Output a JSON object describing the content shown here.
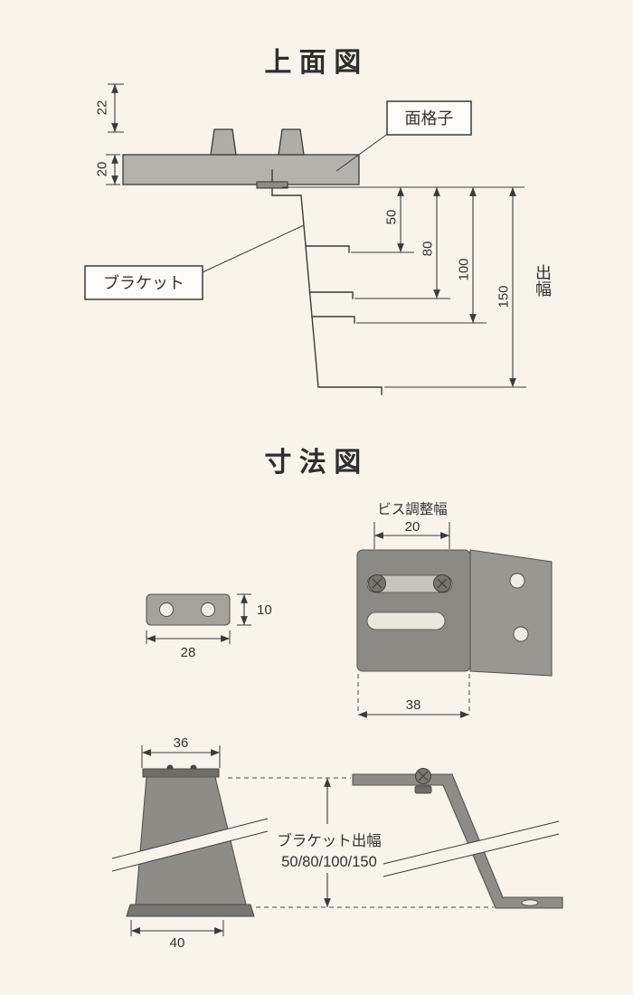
{
  "colors": {
    "background": "#f8f4ec",
    "line": "#3a3a37",
    "metal": "#8e8c86",
    "metal_dark": "#6f6d68",
    "grille_bar": "#b5b2ac",
    "label_box_bg": "#fdfcf8"
  },
  "top_view": {
    "title": "上面図",
    "grille_label": "面格子",
    "bracket_label": "ブラケット",
    "projection_label": "出幅",
    "dim_22": "22",
    "dim_20": "20",
    "dim_50": "50",
    "dim_80": "80",
    "dim_100": "100",
    "dim_150": "150"
  },
  "dimension_view": {
    "title": "寸法図",
    "screw_adjust_label": "ビス調整幅",
    "dim_20": "20",
    "dim_10": "10",
    "dim_28": "28",
    "dim_38": "38",
    "dim_36": "36",
    "dim_40": "40",
    "bracket_projection_label": "ブラケット出幅",
    "bracket_projection_values": "50/80/100/150"
  }
}
